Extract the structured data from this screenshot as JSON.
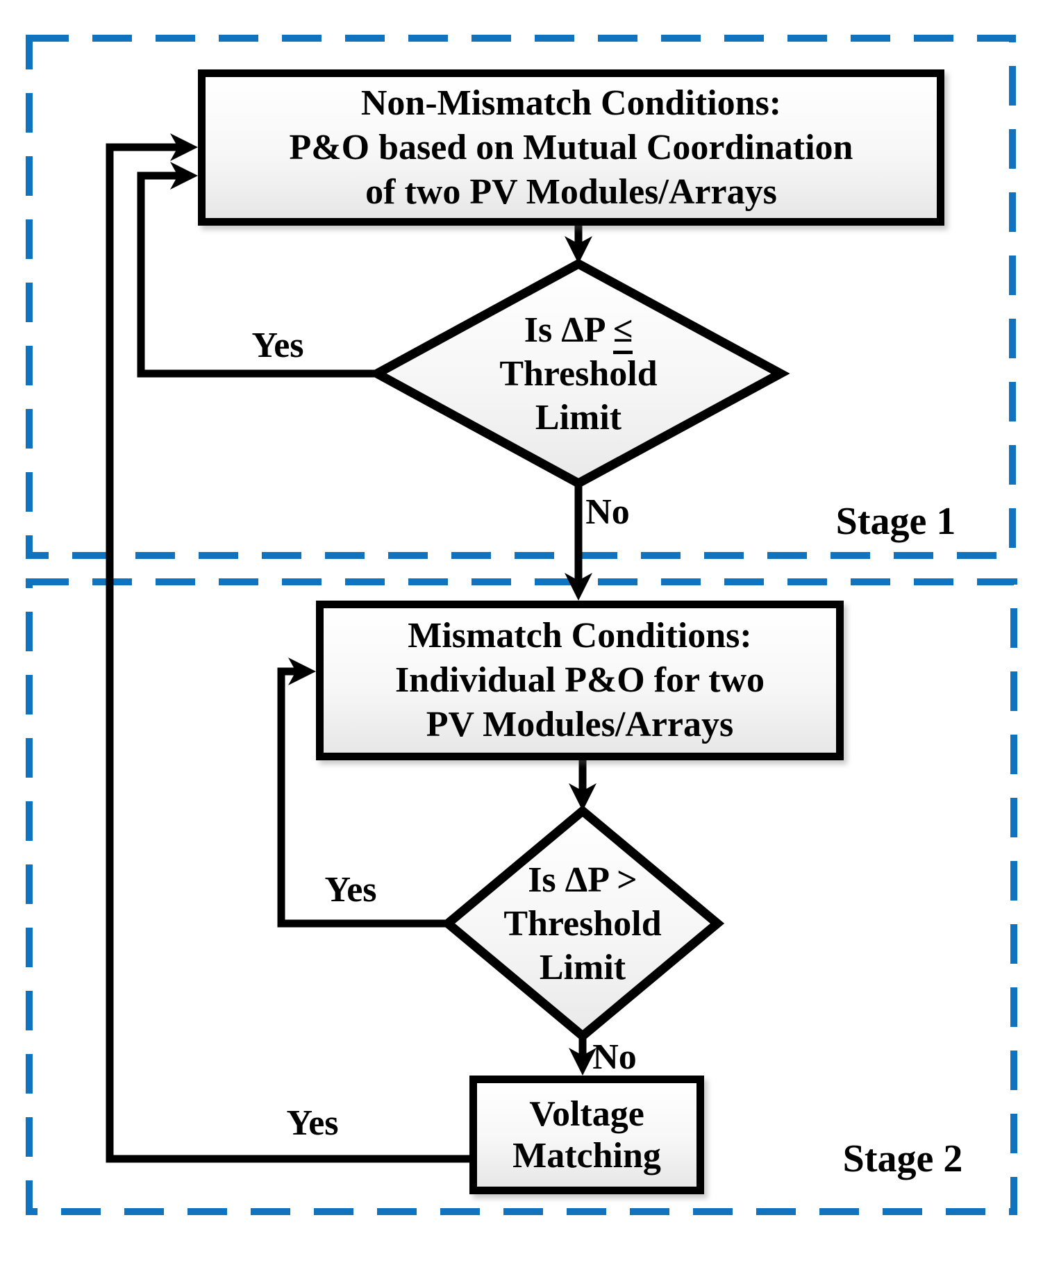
{
  "diagram": {
    "colors": {
      "stage_border_blue": "#1173bd",
      "flow_black": "#000000"
    },
    "stage1": {
      "label": "Stage 1",
      "process_box": {
        "line1": "Non-Mismatch Conditions:",
        "line2": "P&O based on Mutual Coordination",
        "line3": "of two PV Modules/Arrays"
      },
      "decision": {
        "line1_prefix": "Is ΔP ",
        "line1_operator": "≤",
        "line2": "Threshold",
        "line3": "Limit"
      },
      "yes_label": "Yes",
      "no_label": "No"
    },
    "stage2": {
      "label": "Stage 2",
      "process_box": {
        "line1": "Mismatch Conditions:",
        "line2": "Individual P&O for two",
        "line3": "PV Modules/Arrays"
      },
      "decision": {
        "line1_prefix": "Is ΔP ",
        "line1_operator": ">",
        "line2": "Threshold",
        "line3": "Limit"
      },
      "yes_label": "Yes",
      "no_label": "No",
      "output_box": {
        "line1": "Voltage",
        "line2": "Matching"
      },
      "return_yes_label": "Yes"
    }
  }
}
